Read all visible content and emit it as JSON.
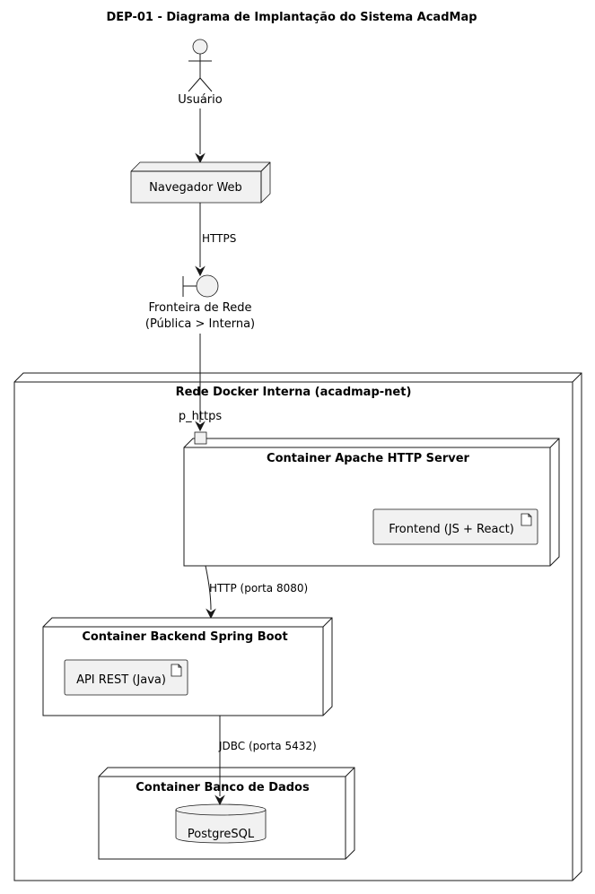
{
  "title": "DEP-01 - Diagrama de Implantação do Sistema AcadMap",
  "actor": {
    "label": "Usuário"
  },
  "browser": {
    "label": "Navegador Web"
  },
  "boundary": {
    "label_line1": "Fronteira de Rede",
    "label_line2": "(Pública > Interna)"
  },
  "network": {
    "label": "Rede Docker Interna (acadmap-net)"
  },
  "port": {
    "label": "p_https"
  },
  "apache": {
    "label": "Container Apache HTTP Server",
    "artifact": "Frontend (JS + React)"
  },
  "backend": {
    "label": "Container Backend Spring Boot",
    "artifact": "API REST (Java)"
  },
  "database": {
    "label": "Container Banco de Dados",
    "db": "PostgreSQL"
  },
  "edges": {
    "browser_to_boundary": "HTTPS",
    "apache_to_backend": "HTTP (porta 8080)",
    "backend_to_db": "JDBC (porta 5432)"
  }
}
